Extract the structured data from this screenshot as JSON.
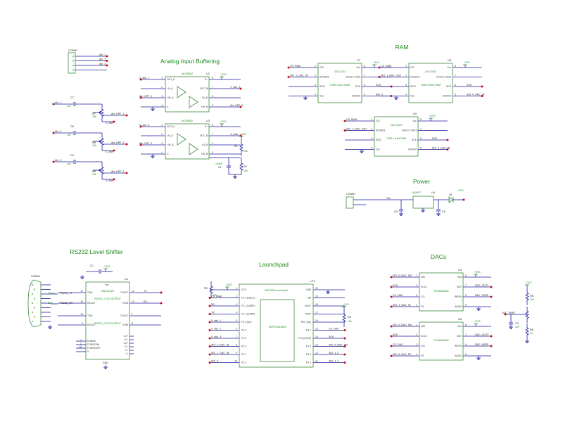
{
  "colors": {
    "wire": "#1a1aa0",
    "body": "#3a8a3a",
    "text_part": "#1a8a1a",
    "pin_end": "#cc0000",
    "bg": "#ffffff"
  },
  "titles": {
    "analog": "Analog Input Buffering",
    "ram": "RAM",
    "power": "Power",
    "rs232": "RS232 Level Shifter",
    "launchpad": "Launchpad",
    "dacs": "DACs"
  },
  "connector_top": {
    "ref": "CONN7",
    "nets": [
      "Ain_1",
      "Ain_2",
      "Ain_3",
      ""
    ]
  },
  "analog": {
    "filters": [
      {
        "cap": "C7",
        "cap_val": "1uF",
        "in": "Ain_1",
        "pot": "R7",
        "pot_val": "10k",
        "out_hpf": "Ain_HPF_1",
        "vref": "V_Aref"
      },
      {
        "cap": "C8",
        "cap_val": "1uF",
        "in": "Ain_2",
        "pot": "R8",
        "pot_val": "10k",
        "out_hpf": "Ain_HPF_2",
        "vref": "V_Aref"
      },
      {
        "cap": "C9",
        "cap_val": "1uF",
        "in": "Ain_3",
        "pot": "R9",
        "pot_val": "10k",
        "out_hpf": "Ain_HPF_3",
        "vref": "V_Aref"
      }
    ],
    "opamps": [
      {
        "ref": "U2",
        "part": "MCP6002",
        "left_pins": [
          {
            "n": "1",
            "t": "OUT_A"
          },
          {
            "n": "2",
            "t": "-IN_A"
          },
          {
            "n": "3",
            "t": "+IN_A"
          },
          {
            "n": "4",
            "t": "V-"
          }
        ],
        "right_pins": [
          {
            "n": "8",
            "t": "V+"
          },
          {
            "n": "7",
            "t": "OUT_B"
          },
          {
            "n": "6",
            "t": "-IN_B"
          },
          {
            "n": "5",
            "t": "+IN_B"
          }
        ],
        "left_nets": [
          "V_adc_1",
          "",
          "Ain_HPF_1",
          ""
        ],
        "right_nets": [
          "",
          "V_adc_2",
          "",
          "Ain_HPF_2"
        ]
      },
      {
        "ref": "U3",
        "part": "MCP6002",
        "left_pins": [
          {
            "n": "1",
            "t": "OUT_A"
          },
          {
            "n": "2",
            "t": "-IN_A"
          },
          {
            "n": "3",
            "t": "+IN_A"
          },
          {
            "n": "4",
            "t": "V-"
          }
        ],
        "right_pins": [
          {
            "n": "8",
            "t": "V+"
          },
          {
            "n": "7",
            "t": "OUT_B"
          },
          {
            "n": "6",
            "t": "-IN_B"
          },
          {
            "n": "5",
            "t": "+IN_B"
          }
        ],
        "left_nets": [
          "V_adc_3",
          "",
          "Ain_HPF_3",
          ""
        ],
        "right_nets": [
          "",
          "V_Aref",
          "",
          ""
        ]
      }
    ],
    "divider": {
      "r_top": "R1",
      "r_top_val": "10k",
      "r_bot": "R2",
      "r_bot_val": "10k",
      "cap": "C1",
      "cap_val": "100nF"
    }
  },
  "ram": {
    "chips": [
      {
        "ref": "U7",
        "part": "23LC1024",
        "desc": "128K x 8-bit RAM",
        "left": [
          {
            "n": "1",
            "t": "/CS",
            "net": "CS_RAM"
          },
          {
            "n": "2",
            "t": "SO/SIO1",
            "net": "SIO_1_DAC_IN"
          },
          {
            "n": "3",
            "t": "SIO2",
            "net": ""
          },
          {
            "n": "4",
            "t": "Vss",
            "net": ""
          }
        ],
        "right": [
          {
            "n": "8",
            "t": "Vcc",
            "net": ""
          },
          {
            "n": "7",
            "t": "/HOLD / SIO3",
            "net": ""
          },
          {
            "n": "6",
            "t": "SCK",
            "net": "SCK"
          },
          {
            "n": "5",
            "t": "SI/SIO0",
            "net": "SIO_0"
          }
        ]
      },
      {
        "ref": "U8",
        "part": "23LC1024",
        "desc": "128K x 8-bit RAM",
        "left": [
          {
            "n": "1",
            "t": "/CS",
            "net": "CS_RAM"
          },
          {
            "n": "2",
            "t": "SO/SIO1",
            "net": "SIO_1_DAC_OUT"
          },
          {
            "n": "3",
            "t": "SIO2",
            "net": ""
          },
          {
            "n": "4",
            "t": "Vss",
            "net": ""
          }
        ],
        "right": [
          {
            "n": "8",
            "t": "Vcc",
            "net": ""
          },
          {
            "n": "7",
            "t": "/HOLD / SIO3",
            "net": ""
          },
          {
            "n": "6",
            "t": "SCK",
            "net": "SCK"
          },
          {
            "n": "5",
            "t": "SI/SIO0",
            "net": "SIO_0_DAC_IN"
          }
        ]
      },
      {
        "ref": "U9",
        "part": "23LC1024",
        "desc": "128K x 8-bit RAM",
        "left": [
          {
            "n": "1",
            "t": "/CS",
            "net": "CS_RAM"
          },
          {
            "n": "2",
            "t": "SO/SIO1",
            "net": "SIO_1_DAC_OUT"
          },
          {
            "n": "3",
            "t": "SIO2",
            "net": ""
          },
          {
            "n": "4",
            "t": "Vss",
            "net": ""
          }
        ],
        "right": [
          {
            "n": "8",
            "t": "Vcc",
            "net": ""
          },
          {
            "n": "7",
            "t": "/HOLD / SIO3",
            "net": ""
          },
          {
            "n": "6",
            "t": "SCK",
            "net": "SCK"
          },
          {
            "n": "5",
            "t": "SI/SIO0",
            "net": "SIO_0_DAC_IN"
          }
        ]
      }
    ]
  },
  "power": {
    "conn": "CONN7",
    "net_in": "+Vin",
    "reg": "LM2937",
    "reg_ref": "U6",
    "cap_in": "C5",
    "cap_out": "C6",
    "diode": "D1",
    "net_out": "+3V3"
  },
  "rs232": {
    "conn": "CONN1",
    "chip_ref": "U1",
    "chip_part": "MAX3232E",
    "pins_left": [
      {
        "n": "11",
        "t": "T1IN"
      },
      {
        "n": "12",
        "t": "R1OUT"
      },
      {
        "n": "10",
        "t": "T2IN"
      },
      {
        "n": "9",
        "t": "R2OUT"
      }
    ],
    "pins_right": [
      {
        "n": "14",
        "t": "T1OUT"
      },
      {
        "n": "13",
        "t": "R1IN"
      },
      {
        "n": "7",
        "t": "T2OUT"
      },
      {
        "n": "8",
        "t": "R2IN"
      }
    ],
    "pins_ctl": [
      {
        "n": "1",
        "t": "EN/BLE"
      },
      {
        "n": "2",
        "t": "FORCEON"
      },
      {
        "n": "16",
        "t": "FORCEOFF"
      },
      {
        "n": "",
        "t": "V-"
      }
    ],
    "pins_cap": [
      "C1+",
      "C1-",
      "C2+",
      "C2-",
      "V+",
      "V-"
    ],
    "ch1": "RS232_1 CH1OUTPUT",
    "ch2": "RS232_2 CH2OUTPUT",
    "nets_left": [
      "RS232_TX",
      "RS232_RX"
    ],
    "nets_right": [
      "TX",
      "RX"
    ],
    "conn_nets": [
      "Green",
      "Blue"
    ],
    "cap_ref": "C7",
    "gnd": "GND",
    "vcc": "Vcc"
  },
  "launchpad": {
    "ref": "LP1",
    "part": "MSP430 Launchpad",
    "inner": "MSP430G2553",
    "left": [
      {
        "n": "1",
        "t": "VCC",
        "net": ""
      },
      {
        "n": "2",
        "t": "P1.0 (LED1)",
        "net": "CS_RAM"
      },
      {
        "n": "3",
        "t": "P1.1 (UART)",
        "net": "RX"
      },
      {
        "n": "4",
        "t": "P1.2 (UART)",
        "net": "TX"
      },
      {
        "n": "5",
        "t": "P1.3 (S2)",
        "net": "V_adc_1"
      },
      {
        "n": "6",
        "t": "P1.4",
        "net": "V_adc_2"
      },
      {
        "n": "7",
        "t": "P1.5",
        "net": "V_adc_3"
      },
      {
        "n": "8",
        "t": "P2.0",
        "net": "SIO_0_DAC_IN"
      },
      {
        "n": "9",
        "t": "P2.1",
        "net": "SIO_1_DAC_IN"
      },
      {
        "n": "10",
        "t": "P2.2",
        "net": "SIO_0"
      }
    ],
    "right": [
      {
        "n": "20",
        "t": "GND",
        "net": ""
      },
      {
        "n": "19",
        "t": "XIN",
        "net": ""
      },
      {
        "n": "18",
        "t": "XOUT",
        "net": ""
      },
      {
        "n": "17",
        "t": "TEST",
        "net": ""
      },
      {
        "n": "16",
        "t": "RST (S1)",
        "net": ""
      },
      {
        "n": "15",
        "t": "P1.7",
        "net": "CS_DAC"
      },
      {
        "n": "14",
        "t": "P1.6 (LED2)",
        "net": "SCK"
      },
      {
        "n": "13",
        "t": "P2.5",
        "net": "SIO_0_DAC_IN2"
      },
      {
        "n": "12",
        "t": "P2.4",
        "net": "SIO_1_2"
      },
      {
        "n": "11",
        "t": "P2.3",
        "net": "SIO_1_1"
      }
    ],
    "pull_ref": "R3",
    "pull_val": "47k",
    "rst_ref": "R4",
    "rst_val": "10k"
  },
  "dacs": {
    "chips": [
      {
        "ref": "U4",
        "part": "TLV5616DAC",
        "left": [
          {
            "n": "1",
            "t": "DIN",
            "net": "SIO_0_DAC_IN2"
          },
          {
            "n": "2",
            "t": "SCLK",
            "net": "SCK"
          },
          {
            "n": "3",
            "t": "/CS",
            "net": "CS_DAC"
          },
          {
            "n": "4",
            "t": "FS",
            "net": "SIO_1_DAC_IN"
          }
        ],
        "right": [
          {
            "n": "8",
            "t": "Vdd",
            "net": ""
          },
          {
            "n": "7",
            "t": "OUT",
            "net": "DAC_OUT1"
          },
          {
            "n": "6",
            "t": "REFIN",
            "net": "DAC_VREF"
          },
          {
            "n": "5",
            "t": "AGND",
            "net": ""
          }
        ]
      },
      {
        "ref": "U5",
        "part": "TLV5616DAC",
        "left": [
          {
            "n": "1",
            "t": "DIN",
            "net": "SIO_0_DAC_IN2"
          },
          {
            "n": "2",
            "t": "SCLK",
            "net": "SCK"
          },
          {
            "n": "3",
            "t": "/CS",
            "net": "CS_DAC"
          },
          {
            "n": "4",
            "t": "FS",
            "net": "SIO_0_DAC_FS"
          }
        ],
        "right": [
          {
            "n": "8",
            "t": "Vdd",
            "net": ""
          },
          {
            "n": "7",
            "t": "OUT",
            "net": "DAC_OUT2"
          },
          {
            "n": "6",
            "t": "REFIN",
            "net": "DAC_VREF"
          },
          {
            "n": "5",
            "t": "AGND",
            "net": ""
          }
        ]
      }
    ],
    "vref_net": "DAC_VREF",
    "r_top": "R5",
    "r_top_val": "10k",
    "r_bot": "R6",
    "r_bot_val": "4k",
    "cap": "C2",
    "cap_val": "1uF"
  }
}
